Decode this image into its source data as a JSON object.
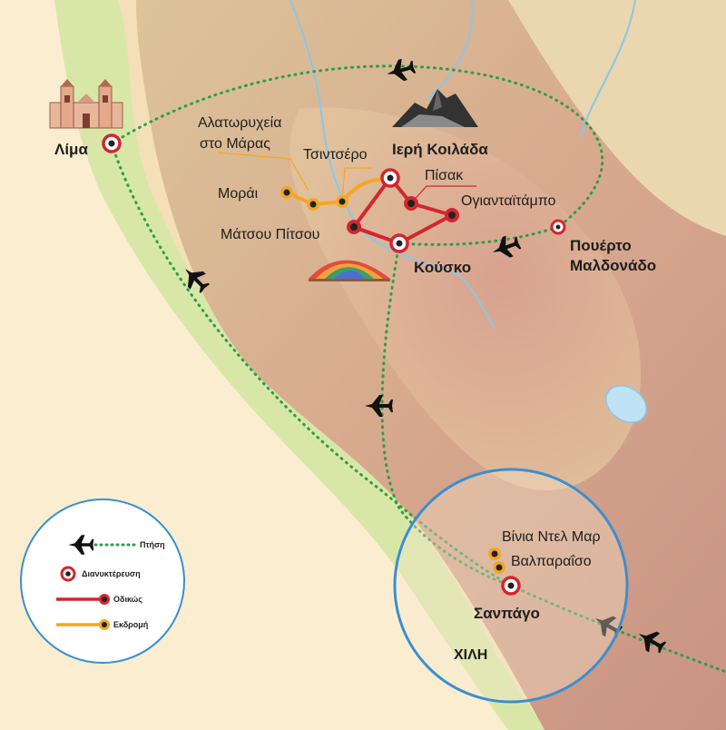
{
  "labels": {
    "lima": "Λίμα",
    "maras": "Αλατωρυχεία",
    "maras2": "στο Μάρας",
    "chinchero": "Τσιντσέρο",
    "sacred_valley": "Ιερή Κοιλάδα",
    "pisac": "Πίσακ",
    "moray": "Μοράι",
    "ollantaytambo": "Ογιανταϊτάμπο",
    "machu_picchu": "Μάτσου Πίτσου",
    "cusco": "Κούσκο",
    "puerto1": "Πουέρτο",
    "puerto2": "Μαλδονάδο",
    "vina": "Βίνια Ντελ Μαρ",
    "valparaiso": "Βαλπαραΐσο",
    "santiago": "Σανπάγο",
    "chile": "ΧΙΛΗ"
  },
  "legend": {
    "flight": "Πτήση",
    "overnight": "Διανυκτέρευση",
    "road": "Οδικώς",
    "excursion": "Εκδρομή"
  },
  "colors": {
    "sea": "#fbeed0",
    "coast": "#d8e7a8",
    "river": "#8ac7e6",
    "route_red": "#d22630",
    "route_orange": "#f5a623",
    "flight_green": "#2e9e4a",
    "circle": "#3a8fcf"
  },
  "icons": {
    "flight": "airplane-icon",
    "lima": "cathedral-icon",
    "sacred_valley": "machu-picchu-icon",
    "cusco": "rainbow-mountain-icon"
  }
}
